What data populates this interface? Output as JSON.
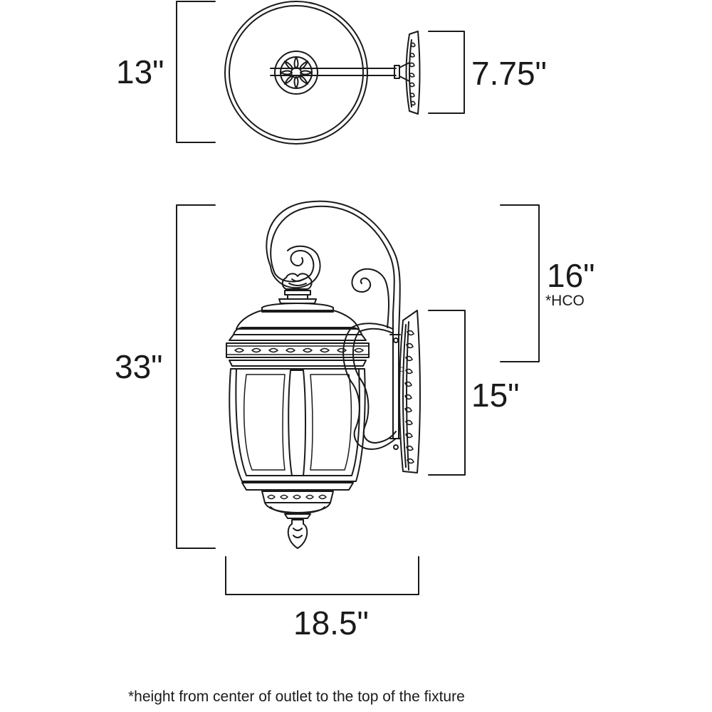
{
  "dimensions": {
    "top_height": "13\"",
    "backplate_top": "7.75\"",
    "overall_height": "33\"",
    "hco": "16\"",
    "hco_note": "*HCO",
    "backplate_side": "15\"",
    "width": "18.5\""
  },
  "footnote": "*height from center of outlet to the top of the fixture",
  "line_color": "#1a1a1a",
  "icons": [
    "lantern-top-view",
    "lantern-side-view",
    "rosette-ornament",
    "finial"
  ]
}
